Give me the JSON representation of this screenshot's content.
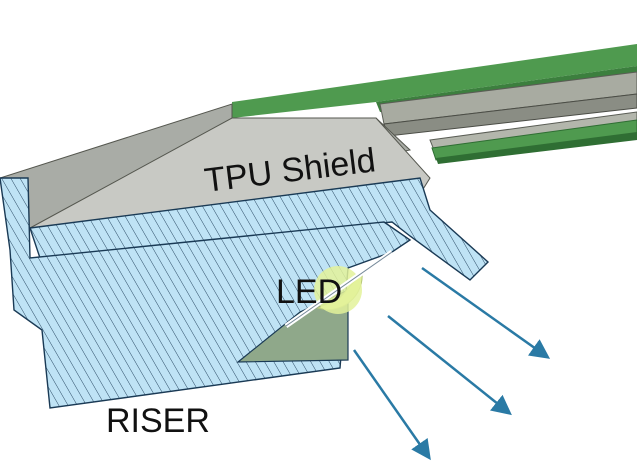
{
  "labels": {
    "tpu_shield": "TPU Shield",
    "led": "LED",
    "riser": "RISER"
  },
  "colors": {
    "hatch_fill": "#bfe3f5",
    "hatch_line": "#1a3a55",
    "shield_face": "#c8c9c4",
    "shield_top": "#a9aca6",
    "pcb_green": "#4f9a4f",
    "pcb_dark_green": "#2f6e33",
    "rail_gray": "#8a8d84",
    "led_glow": "#e3f29a",
    "arrow": "#2a7aa5",
    "led_green_face": "#8fa88a"
  }
}
